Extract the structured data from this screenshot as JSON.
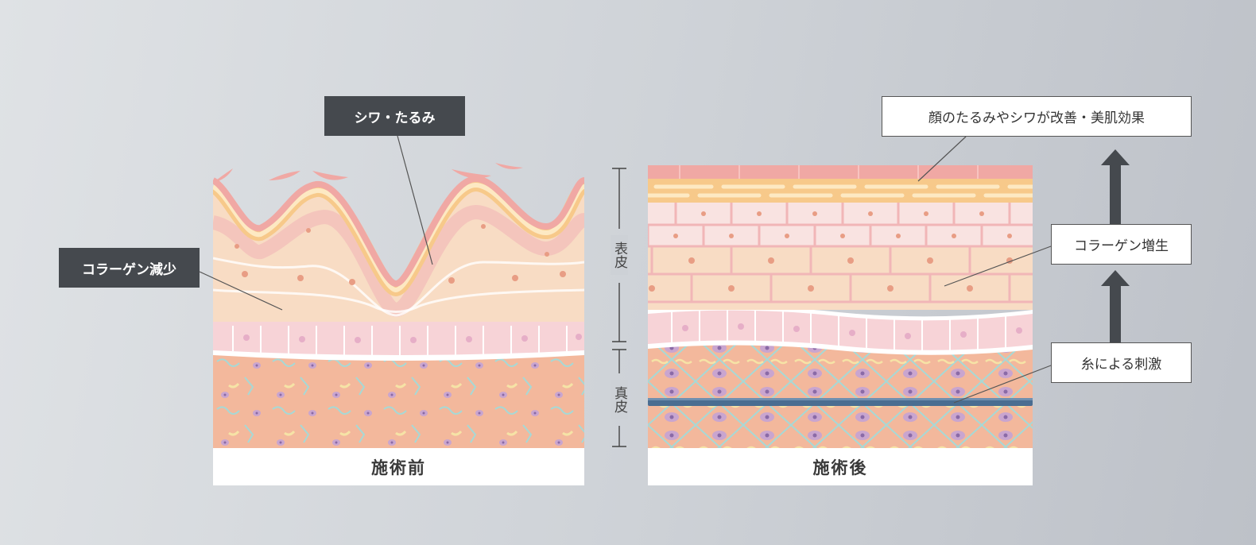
{
  "labels": {
    "wrinkles": "シワ・たるみ",
    "collagen_decrease": "コラーゲン減少",
    "improvement": "顔のたるみやシワが改善・美肌効果",
    "collagen_growth": "コラーゲン増生",
    "thread_stimulus": "糸による刺激"
  },
  "layers": {
    "epidermis": "表皮",
    "dermis": "真皮"
  },
  "captions": {
    "before": "施術前",
    "after": "施術後"
  },
  "colors": {
    "dark_label_bg": "#45494e",
    "skin_surface": "#f0a8a4",
    "epidermis_cells": "#f7d2c8",
    "dermis": "#f3b89c",
    "collagen_fiber": "#9fd8d6",
    "thread": "#4a6d91",
    "arrow": "#45494e"
  }
}
